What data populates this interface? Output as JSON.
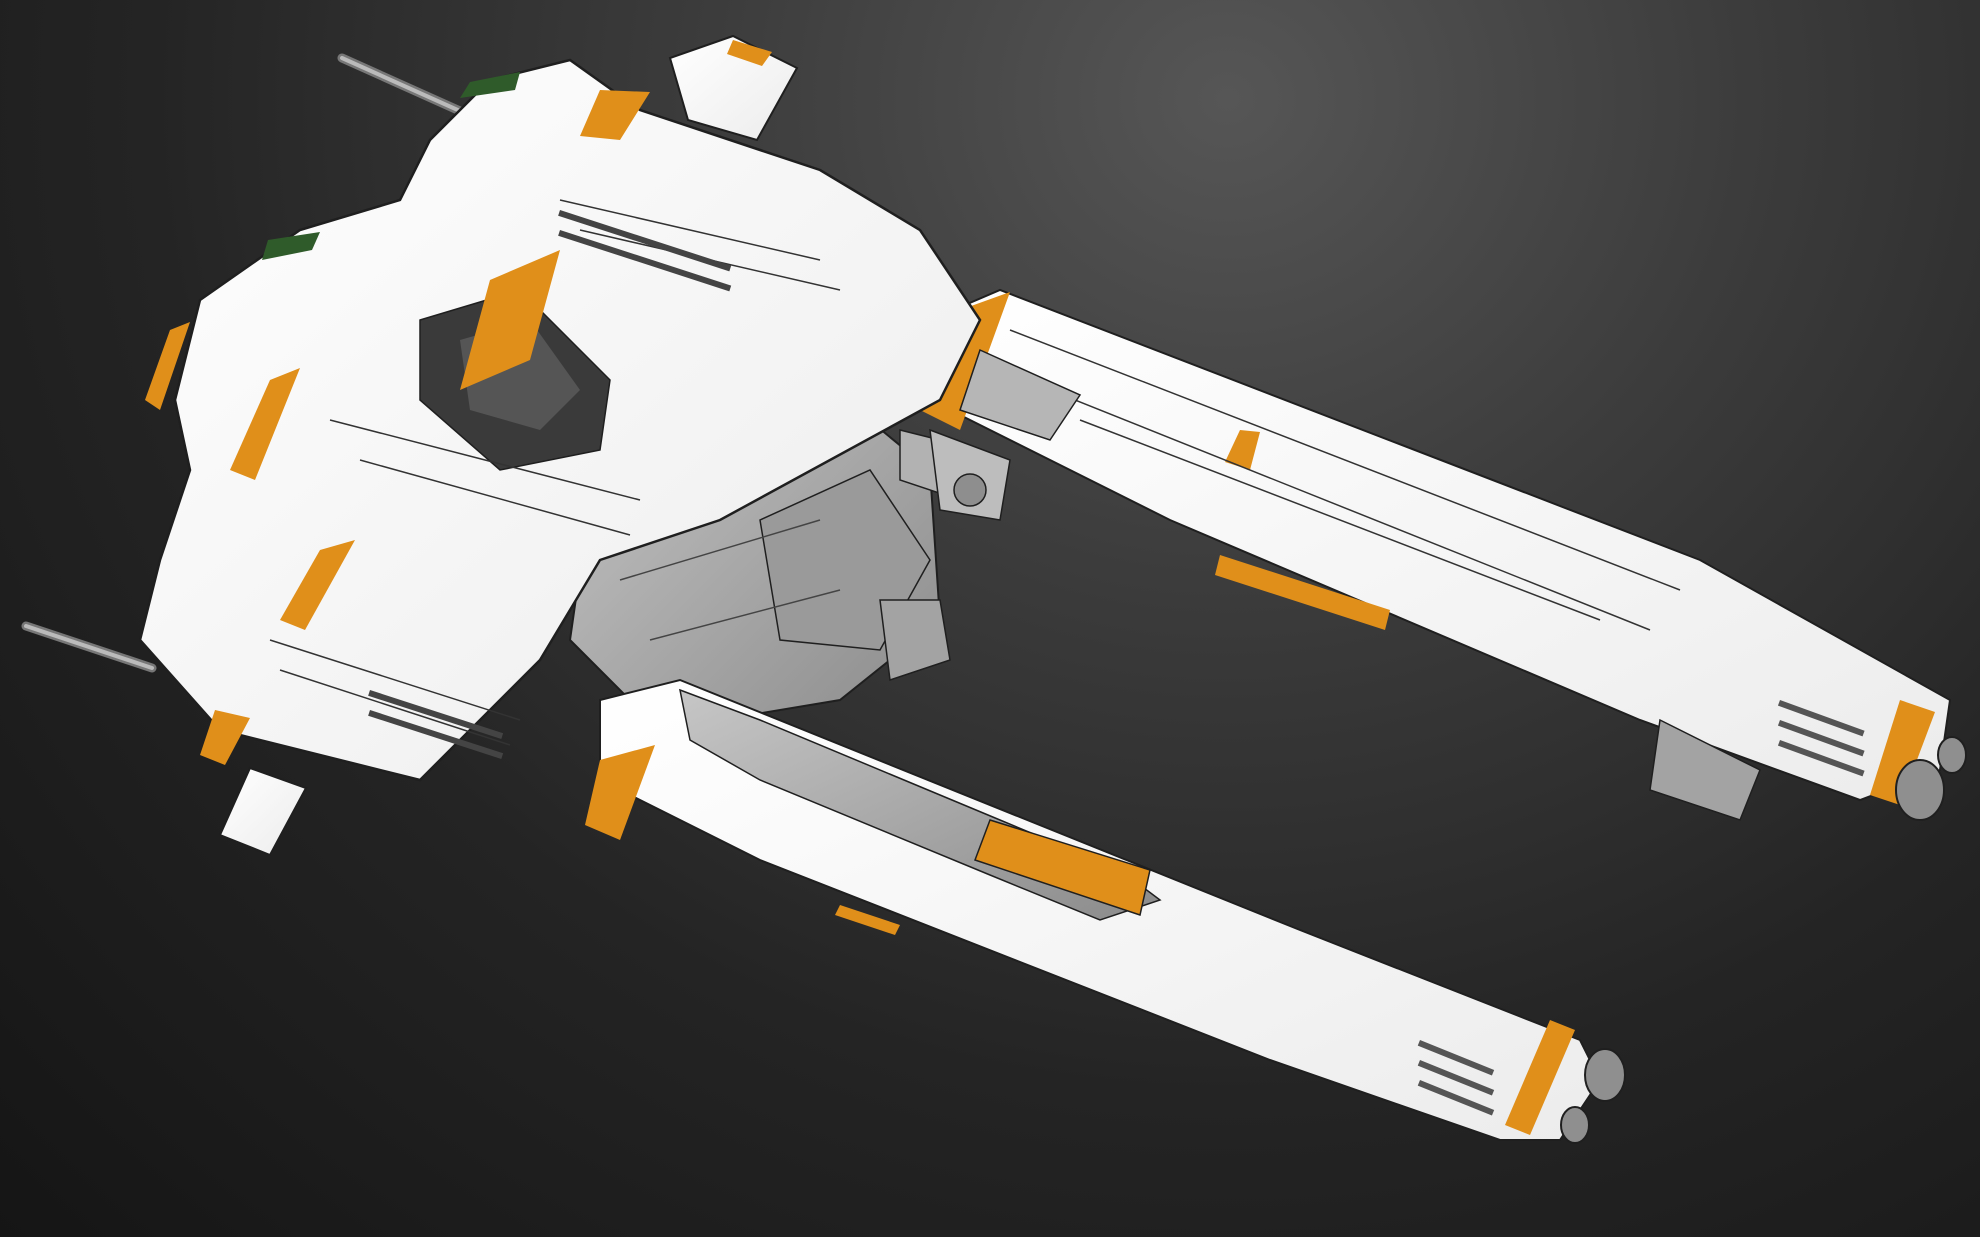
{
  "scene": {
    "subject": "spaceship-3d-render",
    "colors": {
      "background_center": "#565656",
      "background_edge": "#151515",
      "hull_white": "#ffffff",
      "hull_shade": "#e9e9e9",
      "mechanical_gray": "#a9a9a9",
      "mechanical_dark": "#7a7a7a",
      "accent_orange": "#e08f1a",
      "outline": "#1f1f1f",
      "cockpit_glass": "#2f5b2a"
    },
    "parts": [
      "antenna-left",
      "antenna-right",
      "fin-top",
      "fin-bottom",
      "cockpit-hull",
      "upper-boom",
      "lower-boom",
      "core-machinery",
      "thrusters"
    ]
  }
}
